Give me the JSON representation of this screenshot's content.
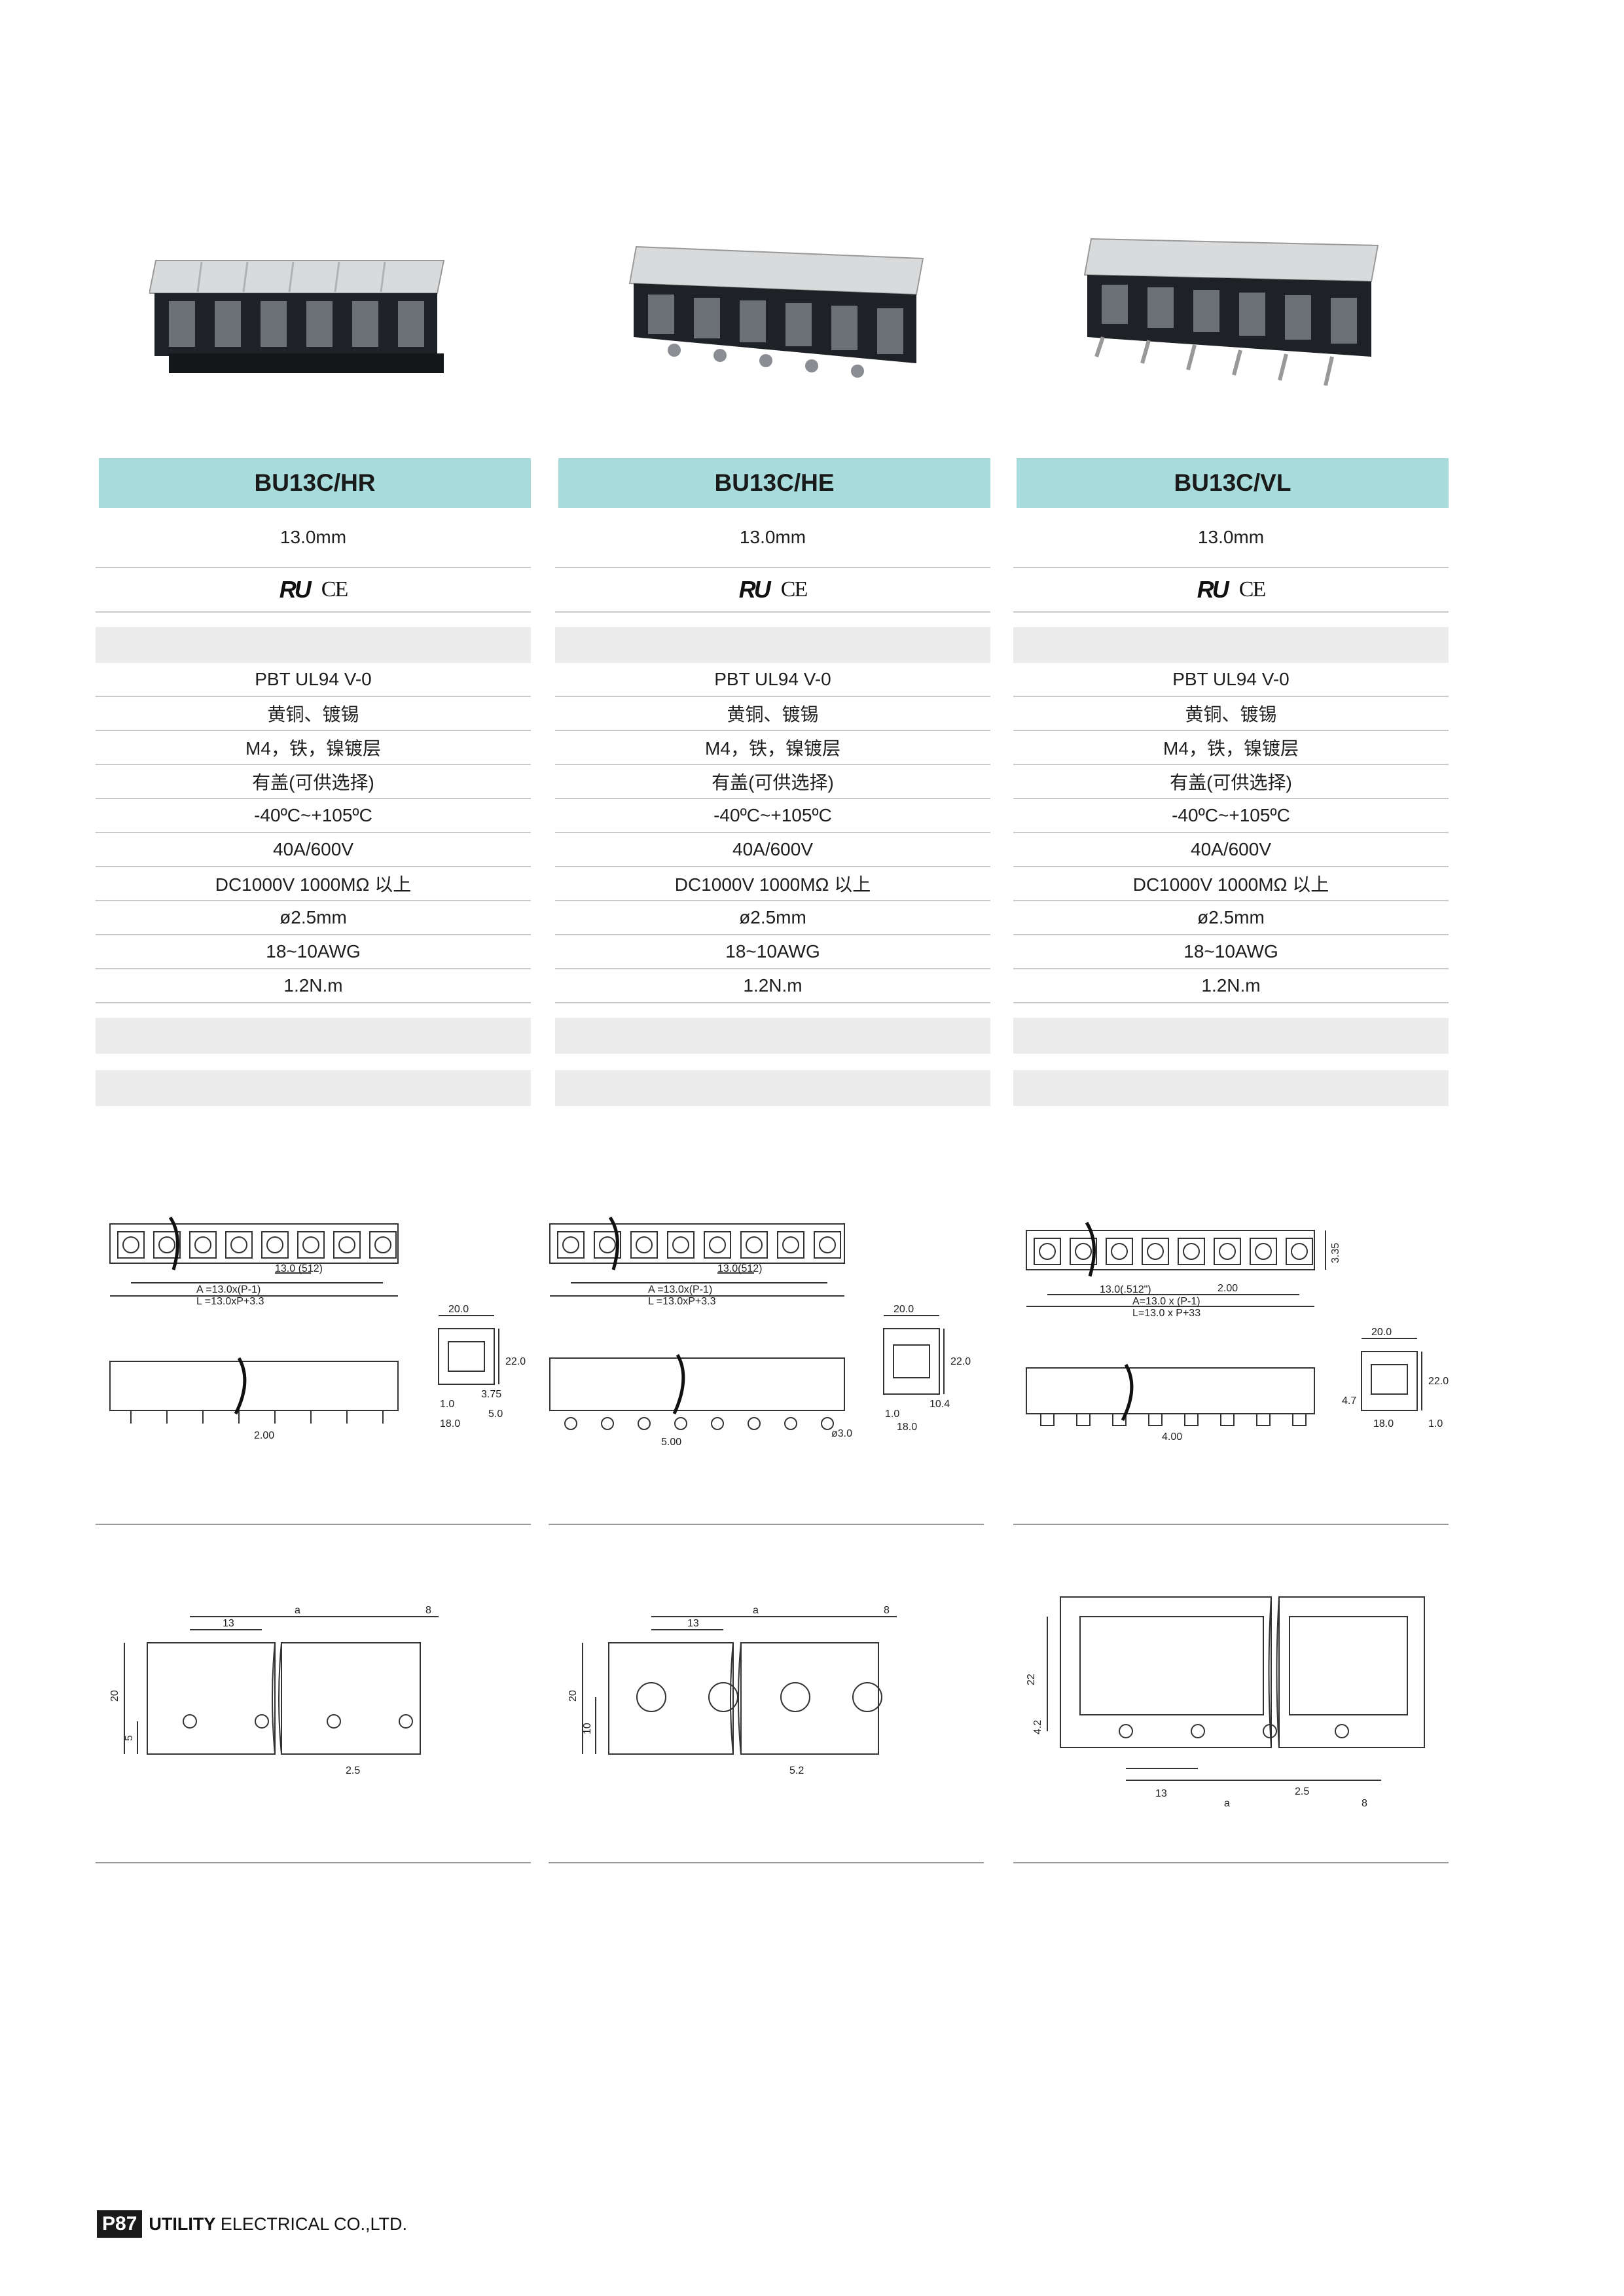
{
  "columns": [
    {
      "model": "BU13C/HR",
      "pitch": "13.0mm",
      "cert": {
        "ul": "RU",
        "ce": "CE"
      },
      "specs": [
        "PBT UL94 V-0",
        "黄铜、镀锡",
        "M4，铁，镍镀层",
        "有盖(可供选择)",
        "-40ºC~+105ºC",
        "40A/600V",
        "DC1000V 1000MΩ 以上",
        "ø2.5mm",
        "18~10AWG",
        "1.2N.m"
      ],
      "drawing": {
        "top_pitch": "13.0 (512)",
        "a_formula": "A =13.0x(P-1)",
        "l_formula": "L =13.0xP+3.3",
        "side_width": "20.0",
        "side_height": "22.0",
        "side_h2": "3.75",
        "side_base": "18.0",
        "side_1": "1.0",
        "side_5": "5.0",
        "pin_pitch": "2.00"
      },
      "pcb": {
        "a": "a",
        "end": "8",
        "pitch": "13",
        "height": "20",
        "offset": "5",
        "hole": "2.5"
      }
    },
    {
      "model": "BU13C/HE",
      "pitch": "13.0mm",
      "cert": {
        "ul": "RU",
        "ce": "CE"
      },
      "specs": [
        "PBT UL94 V-0",
        "黄铜、镀锡",
        "M4，铁，镍镀层",
        "有盖(可供选择)",
        "-40ºC~+105ºC",
        "40A/600V",
        "DC1000V 1000MΩ 以上",
        "ø2.5mm",
        "18~10AWG",
        "1.2N.m"
      ],
      "drawing": {
        "top_pitch": "13.0(512)",
        "a_formula": "A =13.0x(P-1)",
        "l_formula": "L =13.0xP+3.3",
        "side_width": "20.0",
        "side_height": "22.0",
        "side_h2": "10.4",
        "side_base": "18.0",
        "side_1": "1.0",
        "pin_pitch": "5.00",
        "pin_dia": "ø3.0"
      },
      "pcb": {
        "a": "a",
        "end": "8",
        "pitch": "13",
        "height": "20",
        "offset": "10",
        "hole": "5.2"
      }
    },
    {
      "model": "BU13C/VL",
      "pitch": "13.0mm",
      "cert": {
        "ul": "RU",
        "ce": "CE"
      },
      "specs": [
        "PBT UL94 V-0",
        "黄铜、镀锡",
        "M4，铁，镍镀层",
        "有盖(可供选择)",
        "-40ºC~+105ºC",
        "40A/600V",
        "DC1000V 1000MΩ 以上",
        "ø2.5mm",
        "18~10AWG",
        "1.2N.m"
      ],
      "drawing": {
        "top_pitch": "13.0(.512\")",
        "a_formula": "A=13.0 x (P-1)",
        "l_formula": "L=13.0 x P+33",
        "top_h": "3.35",
        "pin_w": "2.00",
        "side_width": "20.0",
        "side_height": "22.0",
        "side_h2": "4.7",
        "side_base": "18.0",
        "side_1": "1.0",
        "pin_pitch": "4.00"
      },
      "pcb": {
        "a": "a",
        "end": "8",
        "pitch": "13",
        "height": "22",
        "offset": "4.2",
        "hole": "2.5"
      }
    }
  ],
  "footer": {
    "page": "P87",
    "company_bold": "UTILITY",
    "company_rest": " ELECTRICAL CO.,LTD."
  }
}
